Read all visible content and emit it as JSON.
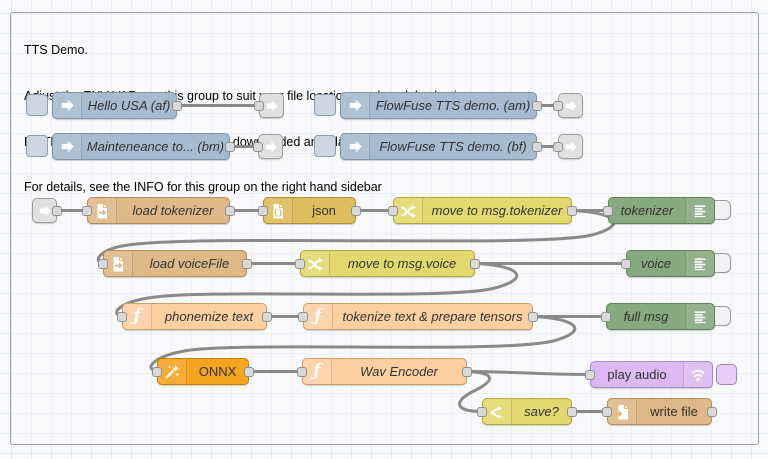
{
  "group": {
    "info_lines": [
      "TTS Demo.",
      "Adjust the ENV VARs on this group to suit your file locations and model selection",
      "NOTE: This demo requires files to be downloaded and place correctly on your filesystem",
      "For details, see the INFO for this group on the right hand sidebar"
    ]
  },
  "nodes": [
    {
      "id": "inject-hello-usa",
      "type": "inject",
      "label": "Hello USA (af)"
    },
    {
      "id": "inject-maintenance",
      "type": "inject",
      "label": "Mainteneance to... (bm)"
    },
    {
      "id": "inject-flowfuse-am",
      "type": "inject",
      "label": "FlowFuse TTS demo. (am)"
    },
    {
      "id": "inject-flowfuse-bf",
      "type": "inject",
      "label": "FlowFuse TTS demo. (bf)"
    },
    {
      "id": "file-in-load-tokenizer",
      "type": "file in",
      "label": "load tokenizer"
    },
    {
      "id": "json-parser",
      "type": "json",
      "label": "json"
    },
    {
      "id": "change-move-to-msg-tokenizer",
      "type": "change",
      "label": "move to msg.tokenizer"
    },
    {
      "id": "debug-tokenizer",
      "type": "debug",
      "label": "tokenizer"
    },
    {
      "id": "file-in-load-voicefile",
      "type": "file in",
      "label": "load voiceFile"
    },
    {
      "id": "change-move-to-msg-voice",
      "type": "change",
      "label": "move to msg.voice"
    },
    {
      "id": "debug-voice",
      "type": "debug",
      "label": "voice"
    },
    {
      "id": "function-phonemize-text",
      "type": "function",
      "label": "phonemize text"
    },
    {
      "id": "function-tokenize-prepare-tensors",
      "type": "function",
      "label": "tokenize text & prepare tensors"
    },
    {
      "id": "debug-full-msg",
      "type": "debug",
      "label": "full msg"
    },
    {
      "id": "onnx",
      "type": "onnx",
      "label": "ONNX"
    },
    {
      "id": "function-wav-encoder",
      "type": "function",
      "label": "Wav Encoder"
    },
    {
      "id": "play-audio",
      "type": "play audio",
      "label": "play audio"
    },
    {
      "id": "switch-save",
      "type": "switch",
      "label": "save?"
    },
    {
      "id": "file-out-write-file",
      "type": "file out",
      "label": "write file"
    },
    {
      "id": "link-out-1",
      "type": "link out",
      "label": ""
    },
    {
      "id": "link-out-2",
      "type": "link out",
      "label": ""
    },
    {
      "id": "link-out-3",
      "type": "link out",
      "label": ""
    },
    {
      "id": "link-out-4",
      "type": "link out",
      "label": ""
    },
    {
      "id": "link-in-1",
      "type": "link in",
      "label": ""
    }
  ],
  "wires": [
    [
      "inject-hello-usa",
      "link-out-1"
    ],
    [
      "inject-maintenance",
      "link-out-2"
    ],
    [
      "inject-flowfuse-am",
      "link-out-3"
    ],
    [
      "inject-flowfuse-bf",
      "link-out-4"
    ],
    [
      "link-in-1",
      "file-in-load-tokenizer"
    ],
    [
      "file-in-load-tokenizer",
      "json-parser"
    ],
    [
      "json-parser",
      "change-move-to-msg-tokenizer"
    ],
    [
      "change-move-to-msg-tokenizer",
      "debug-tokenizer"
    ],
    [
      "change-move-to-msg-tokenizer",
      "file-in-load-voicefile"
    ],
    [
      "file-in-load-voicefile",
      "change-move-to-msg-voice"
    ],
    [
      "change-move-to-msg-voice",
      "debug-voice"
    ],
    [
      "change-move-to-msg-voice",
      "function-phonemize-text"
    ],
    [
      "function-phonemize-text",
      "function-tokenize-prepare-tensors"
    ],
    [
      "function-tokenize-prepare-tensors",
      "debug-full-msg"
    ],
    [
      "function-tokenize-prepare-tensors",
      "onnx"
    ],
    [
      "onnx",
      "function-wav-encoder"
    ],
    [
      "function-wav-encoder",
      "play-audio"
    ],
    [
      "function-wav-encoder",
      "switch-save"
    ],
    [
      "switch-save",
      "file-out-write-file"
    ]
  ],
  "icons": {
    "inject": "arrow-right-icon",
    "link": "arrow-right-icon",
    "file_in": "document-read-icon",
    "file_out": "document-write-icon",
    "json": "braces-document-icon",
    "change": "shuffle-icon",
    "switch": "fork-icon",
    "debug": "list-lines-icon",
    "function": "function-f-icon",
    "onnx": "magic-wand-icon",
    "play_audio": "sound-waves-icon"
  },
  "colors": {
    "canvas_bg": "#f8f9fb",
    "grid_line": "#e8eaf2",
    "group_border": "#9fa0a8",
    "wire": "#8a8a8a",
    "port_fill": "#d9d9d9",
    "label_text": "#333333",
    "inject": "#a6bbcf",
    "file": "#deb887",
    "json": "#debd5c",
    "change": "#e2d96e",
    "switch": "#e2d96e",
    "debug": "#87a980",
    "function": "#fdd0a2",
    "onnx": "#f6a41f",
    "play_audio": "#dcb9f2",
    "link": "#e0e0e0"
  }
}
